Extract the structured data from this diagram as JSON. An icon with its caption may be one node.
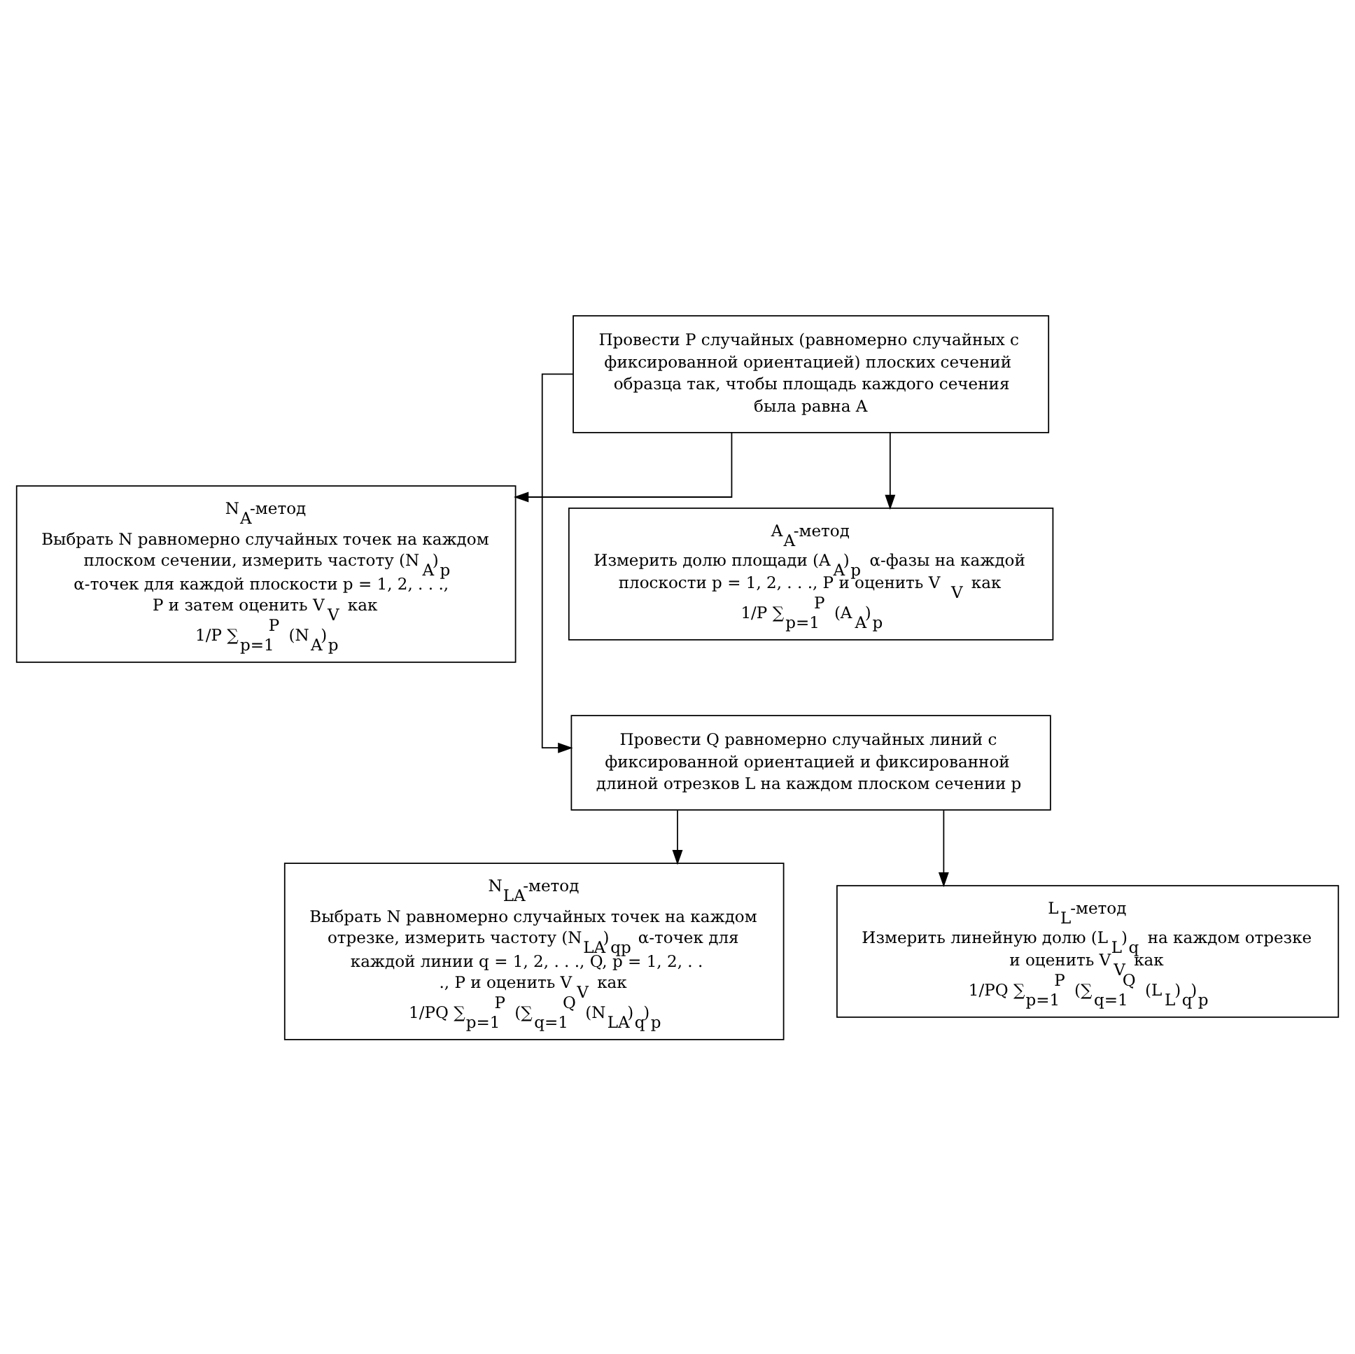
{
  "diagram": {
    "nodes": [
      {
        "text": [
          "Провести P случайных (равномерно случайных с фиксированной ориентацией) плоских сечений образца так, чтобы площадь каждого сечения была равна A"
        ]
      },
      {
        "text": [
          "N$_{A}$-метод",
          "Выбрать N равномерно случайных точек на каждом плоском сечении, измерить частоту (N$_{A}$)$_{p}$ α-точек для каждой плоскости p = 1, 2, . . ., P и затем оценить V$_{V}$ как",
          "1/P ∑$_{p=1}$$^{P}$ (N$_{A}$)$_{p}$"
        ]
      },
      {
        "text": [
          "A$_{A}$-метод",
          "Измерить долю площади (A$_{A}$)$_{p}$ α-фазы на каждой плоскости p = 1, 2, . . ., P и оценить V$_{V}$ как",
          "1/P ∑$_{p=1}$$^{P}$ (A$_{A}$)$_{p}$"
        ]
      },
      {
        "text": [
          "Провести Q равномерно случайных линий с фиксированной ориентацией и фиксированной длиной отрезков L на каждом плоском сечении p"
        ]
      },
      {
        "text": [
          "N$_{LA}$-метод",
          "Выбрать N равномерно случайных точек на каждом отрезке, измерить частоту (N$_{LA}$)$_{qp}$ α-точек для каждой линии q = 1, 2, . . ., Q, p = 1, 2, . . ., P и оценить V$_{V}$ как",
          "1/PQ ∑$_{p=1}$$^{P}$ (∑$_{q=1}$$^{Q}$ (N$_{LA}$)$_{q}$)$_{p}$"
        ]
      },
      {
        "text": [
          "L$_{L}$-метод",
          "Измерить линейную долю (L$_{L}$)$_{q}$ на каждом отрезке и оценить V$_{V}$ как",
          "1/PQ ∑$_{p=1}$$^{P}$ (∑$_{q=1}$$^{Q}$ (L$_{L}$)$_{q}$)$_{p}$"
        ]
      }
    ],
    "edges": [
      {
        "from": 0,
        "to": 1,
        "arrow": "to"
      },
      {
        "from": 0,
        "to": 2,
        "arrow": "to"
      },
      {
        "from": 0,
        "to": 3,
        "arrow": "to"
      },
      {
        "from": 3,
        "to": 4,
        "arrow": "to"
      },
      {
        "from": 3,
        "to": 5,
        "arrow": "to"
      }
    ]
  }
}
